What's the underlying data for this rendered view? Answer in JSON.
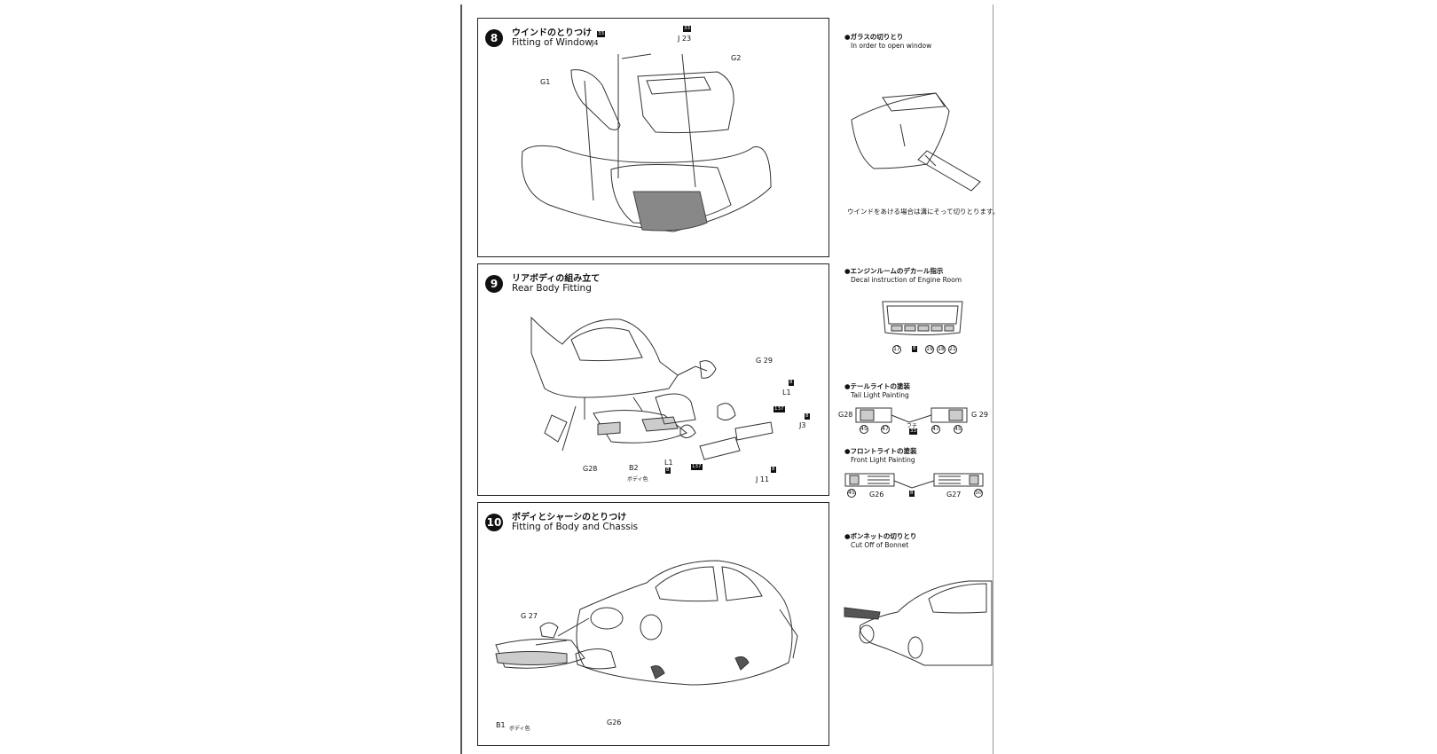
{
  "steps": [
    {
      "number": "8",
      "title_jp": "ウインドのとりつけ",
      "title_en": "Fitting of Window",
      "labels": {
        "j4": "J4",
        "j4_num": "33",
        "j23": "J 23",
        "j23_num": "33",
        "g1": "G1",
        "g2": "G2"
      }
    },
    {
      "number": "9",
      "title_jp": "リアボディの組み立て",
      "title_en": "Rear Body Fitting",
      "labels": {
        "g29": "G 29",
        "l1": "L1",
        "l1_num": "8",
        "l1_num2": "137",
        "j3": "J3",
        "j3_num": "8",
        "g28": "G28",
        "b2": "B2",
        "b2_note": "ボディ色",
        "l1b": "L1",
        "l1b_num": "8",
        "l1b_num2": "137",
        "j11": "J 11",
        "j11_num": "8"
      }
    },
    {
      "number": "10",
      "title_jp": "ボディとシャーシのとりつけ",
      "title_en": "Fitting of Body and Chassis",
      "labels": {
        "g27": "G 27",
        "b1": "B1",
        "b1_note": "ボディ色",
        "g26": "G26"
      }
    }
  ],
  "notes": {
    "glass": {
      "jp": "●ガラスの切りとり",
      "en": "In order to open window",
      "caption": "ウインドをあける場合は溝にそって切りとります。"
    },
    "decal": {
      "jp": "●エンジンルームのデカール指示",
      "en": "Decal instruction of Engine Room",
      "nums": [
        "17",
        "8",
        "19",
        "18",
        "21"
      ]
    },
    "tail": {
      "jp": "●テールライトの塗装",
      "en": "Tail Light Painting",
      "g28": "G28",
      "g29": "G 29",
      "c1": "45",
      "c2": "47",
      "c3": "47",
      "c4": "45",
      "center": "フチ",
      "center_num": "33"
    },
    "front": {
      "jp": "●フロントライトの塗装",
      "en": "Front Light Painting",
      "c1": "45",
      "g26": "G26",
      "mid": "8",
      "g27": "G27",
      "c2": "50"
    },
    "bonnet": {
      "jp": "●ボンネットの切りとり",
      "en": "Cut Off of Bonnet"
    }
  }
}
